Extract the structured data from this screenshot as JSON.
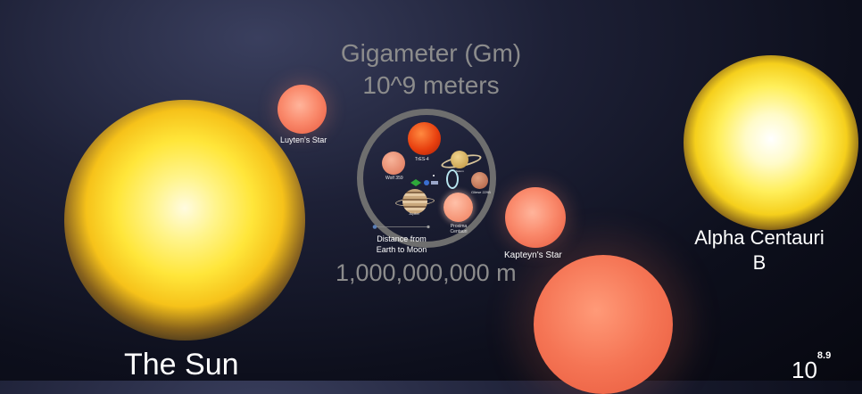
{
  "scale": {
    "unit_name": "Gigameter (Gm)",
    "unit_definition": "10^9 meters",
    "value_label": "1,000,000,000 m",
    "exponent_base": "10",
    "exponent_power": "8.9"
  },
  "objects": {
    "sun": "The Sun",
    "alpha": "Alpha Centauri B",
    "luyten": "Luyten's Star",
    "kapteyn": "Kapteyn's Star",
    "tres4": "TrES-4",
    "wolf359": "Wolf 359",
    "saturn": "Saturn",
    "jupiter": "Jupiter",
    "proxima": "Proxima Centauri",
    "gliese": "Gliese 229B",
    "earth_moon": "Distance from Earth to Moon"
  },
  "colors": {
    "background": "#0d0f1c",
    "label_gray": "#8c8c8c",
    "ring_gray": "#6e6e6e",
    "sun_yellow": "#ffe63a",
    "red_dwarf": "#f57555"
  }
}
